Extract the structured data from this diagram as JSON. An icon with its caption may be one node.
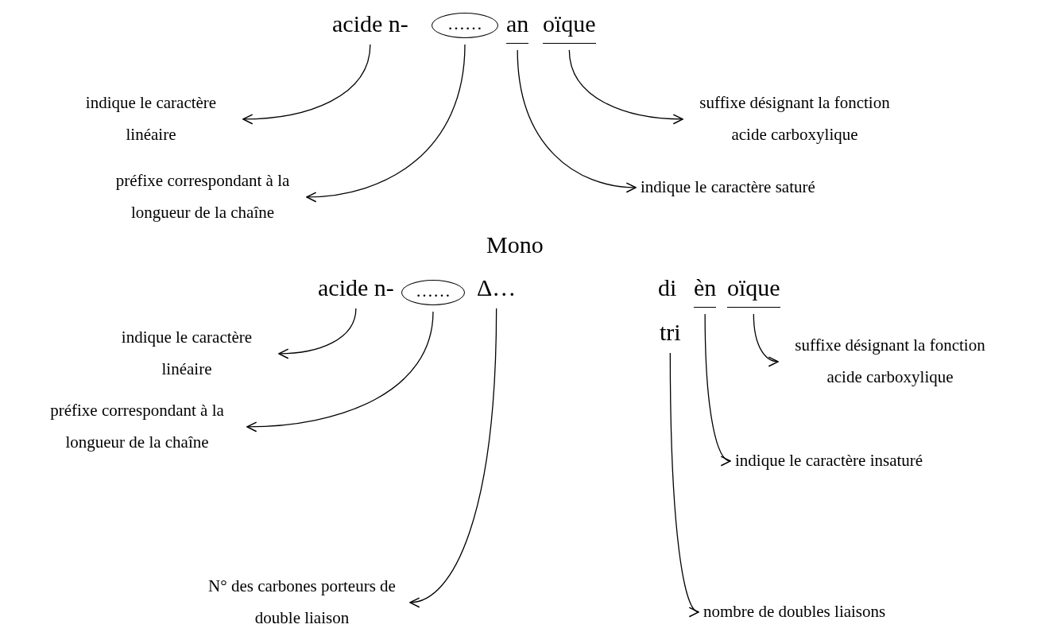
{
  "diagram": {
    "nodes": [
      {
        "text": [
          "acide n-"
        ]
      },
      {
        "text": [
          "……"
        ]
      },
      {
        "text": [
          "an"
        ]
      },
      {
        "text": [
          "oïque"
        ]
      },
      {
        "text": [
          "indique le caractère linéaire"
        ]
      },
      {
        "text": [
          "suffixe désignant la fonction acide carboxylique"
        ]
      },
      {
        "text": [
          "préfixe correspondant à la longueur de la chaîne"
        ]
      },
      {
        "text": [
          "indique le caractère saturé"
        ]
      },
      {
        "text": [
          "acide n-"
        ]
      },
      {
        "text": [
          "……"
        ]
      },
      {
        "text": [
          "Δ…"
        ]
      },
      {
        "text": [
          "Mono"
        ]
      },
      {
        "text": [
          "di"
        ]
      },
      {
        "text": [
          "tri"
        ]
      },
      {
        "text": [
          "èn"
        ]
      },
      {
        "text": [
          "oïque"
        ]
      },
      {
        "text": [
          "indique le caractère linéaire"
        ]
      },
      {
        "text": [
          "suffixe désignant la fonction acide carboxylique"
        ]
      },
      {
        "text": [
          "préfixe correspondant à la longueur de la chaîne"
        ]
      },
      {
        "text": [
          "indique le caractère insaturé"
        ]
      },
      {
        "text": [
          "N° des carbones porteurs de double liaison"
        ]
      },
      {
        "text": [
          "nombre de doubles liaisons"
        ]
      }
    ],
    "edges": [
      {
        "from": 0,
        "to": 4,
        "arrow": "to"
      },
      {
        "from": 1,
        "to": 6,
        "arrow": "to"
      },
      {
        "from": 2,
        "to": 7,
        "arrow": "to"
      },
      {
        "from": 3,
        "to": 5,
        "arrow": "to"
      },
      {
        "from": 8,
        "to": 16,
        "arrow": "to"
      },
      {
        "from": 9,
        "to": 18,
        "arrow": "to"
      },
      {
        "from": 10,
        "to": 20,
        "arrow": "to"
      },
      {
        "from": 13,
        "to": 21,
        "arrow": "to"
      },
      {
        "from": 14,
        "to": 19,
        "arrow": "to"
      },
      {
        "from": 15,
        "to": 17,
        "arrow": "to"
      }
    ]
  }
}
